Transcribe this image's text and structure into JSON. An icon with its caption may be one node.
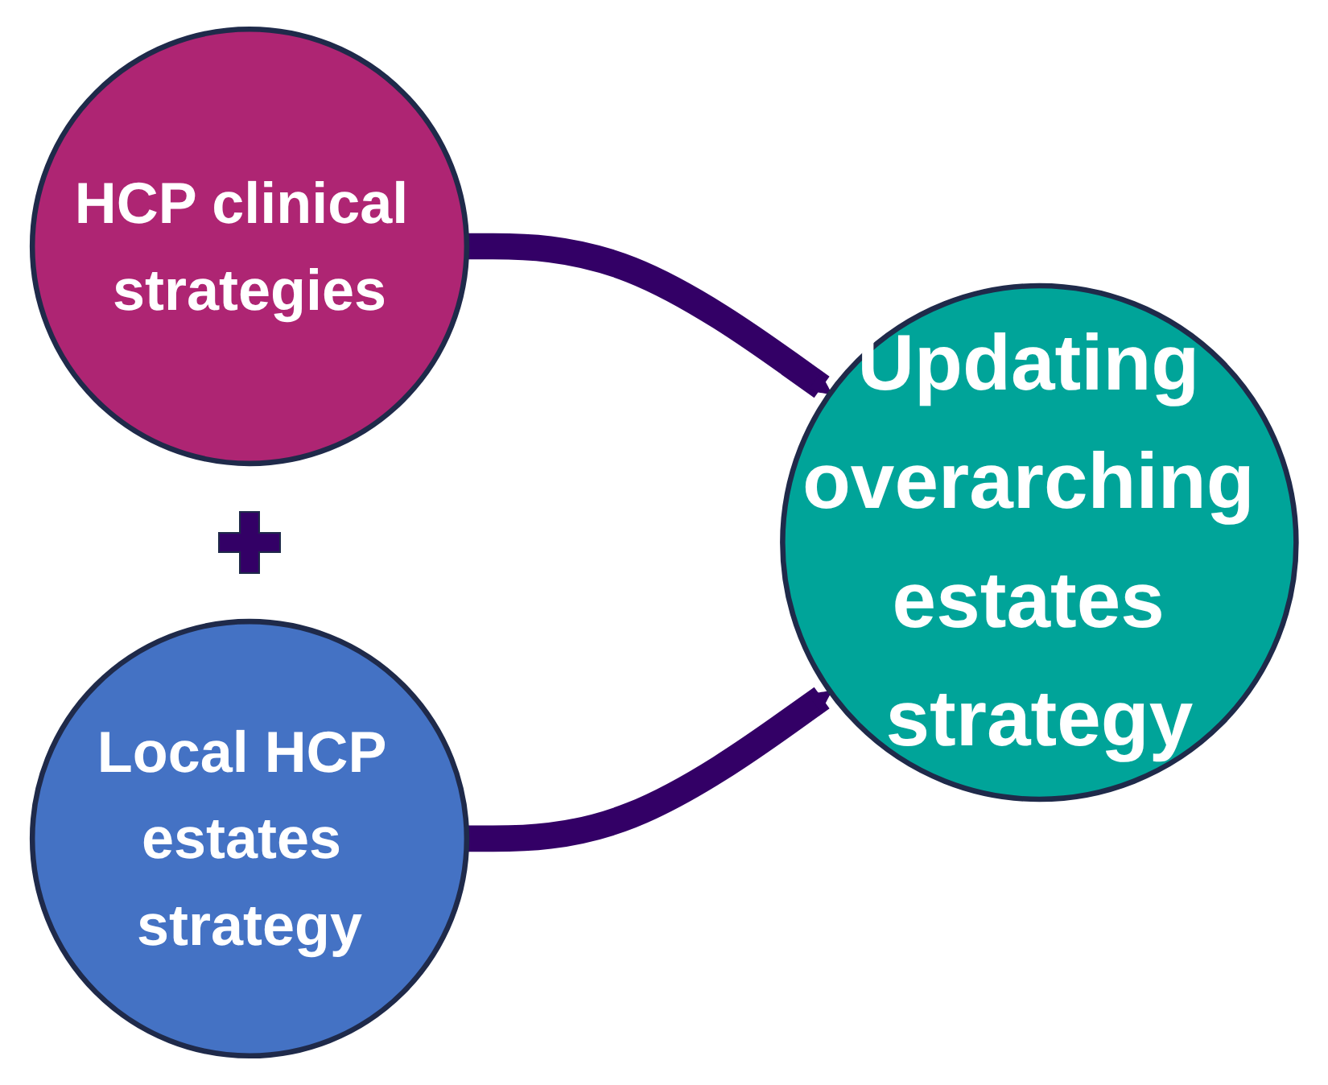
{
  "diagram": {
    "nodes": [
      {
        "text": [
          "HCP clinical strategies"
        ]
      },
      {
        "text": [
          "Local HCP estates strategy"
        ]
      },
      {
        "text": [
          "Updating overarching estates strategy"
        ]
      }
    ],
    "edges": [
      {
        "from": 0,
        "to": 2,
        "arrow": "to"
      },
      {
        "from": 1,
        "to": 2,
        "arrow": "to"
      }
    ]
  }
}
